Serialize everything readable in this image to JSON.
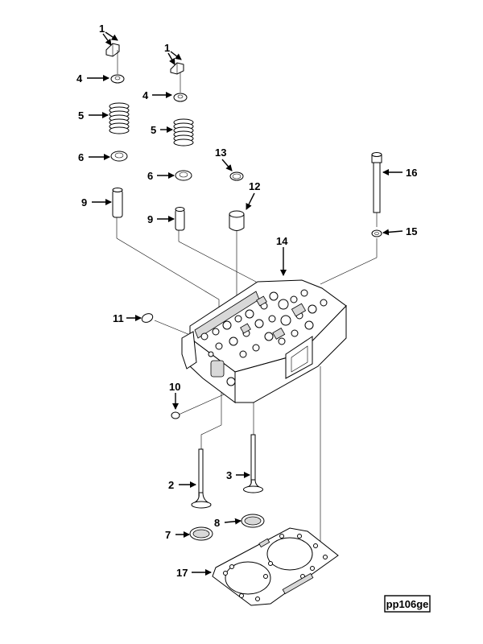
{
  "diagram": {
    "reference_code": "pp106ge",
    "callouts": [
      {
        "id": "c1a",
        "text": "1"
      },
      {
        "id": "c1b",
        "text": "1"
      },
      {
        "id": "c2",
        "text": "2"
      },
      {
        "id": "c3",
        "text": "3"
      },
      {
        "id": "c4a",
        "text": "4"
      },
      {
        "id": "c4b",
        "text": "4"
      },
      {
        "id": "c5a",
        "text": "5"
      },
      {
        "id": "c5b",
        "text": "5"
      },
      {
        "id": "c6a",
        "text": "6"
      },
      {
        "id": "c6b",
        "text": "6"
      },
      {
        "id": "c7",
        "text": "7"
      },
      {
        "id": "c8",
        "text": "8"
      },
      {
        "id": "c9a",
        "text": "9"
      },
      {
        "id": "c9b",
        "text": "9"
      },
      {
        "id": "c10",
        "text": "10"
      },
      {
        "id": "c11",
        "text": "11"
      },
      {
        "id": "c12",
        "text": "12"
      },
      {
        "id": "c13",
        "text": "13"
      },
      {
        "id": "c14",
        "text": "14"
      },
      {
        "id": "c15",
        "text": "15"
      },
      {
        "id": "c16",
        "text": "16"
      },
      {
        "id": "c17",
        "text": "17"
      }
    ]
  }
}
